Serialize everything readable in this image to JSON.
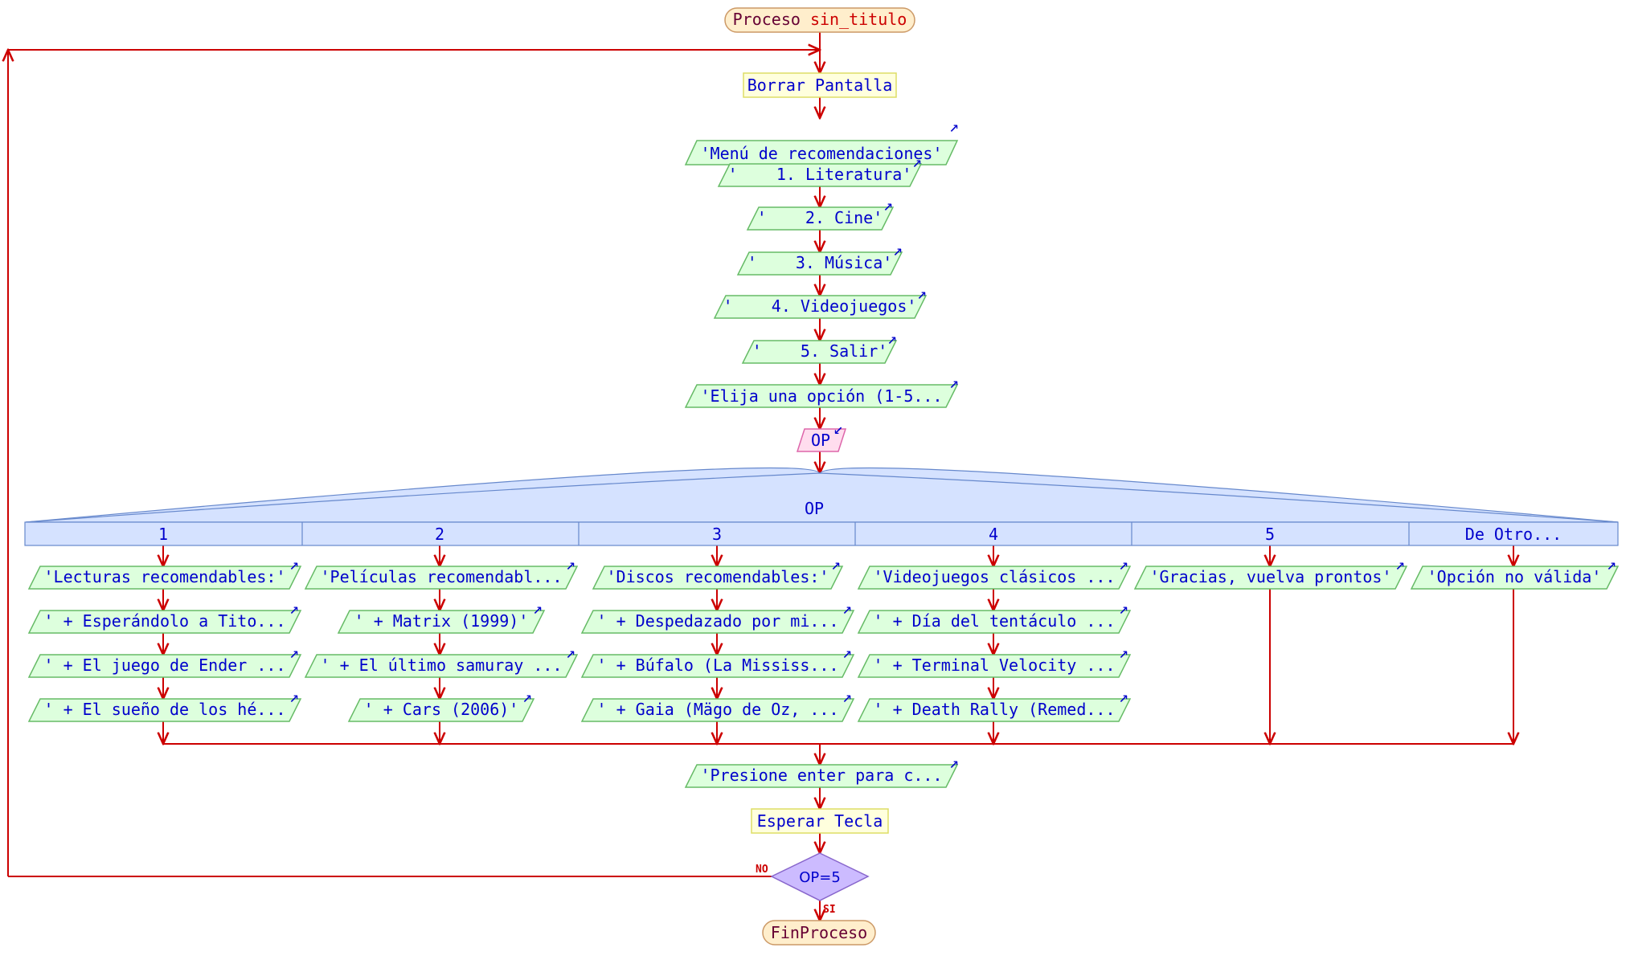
{
  "diagram": {
    "start": {
      "keyword": "Proceso",
      "name": "sin_titulo"
    },
    "loop_steps": [
      {
        "kind": "process",
        "text": "Borrar Pantalla"
      },
      {
        "kind": "output",
        "text": "'Menú de recomendaciones'"
      },
      {
        "kind": "output",
        "text": "'    1. Literatura'"
      },
      {
        "kind": "output",
        "text": "'    2. Cine'"
      },
      {
        "kind": "output",
        "text": "'    3. Música'"
      },
      {
        "kind": "output",
        "text": "'    4. Videojuegos'"
      },
      {
        "kind": "output",
        "text": "'    5. Salir'"
      },
      {
        "kind": "output",
        "text": "'Elija una opción (1-5..."
      },
      {
        "kind": "input",
        "text": "OP"
      }
    ],
    "switch": {
      "variable": "OP",
      "cases": [
        {
          "label": "1",
          "outputs": [
            "'Lecturas recomendables:'",
            "' + Esperándolo a Tito...",
            "' + El juego de Ender ...",
            "' + El sueño de los hé..."
          ]
        },
        {
          "label": "2",
          "outputs": [
            "'Películas recomendabl...",
            "' + Matrix (1999)'",
            "' + El último samuray ...",
            "' + Cars (2006)'"
          ]
        },
        {
          "label": "3",
          "outputs": [
            "'Discos recomendables:'",
            "' + Despedazado por mi...",
            "' + Búfalo (La Mississ...",
            "' + Gaia (Mägo de Oz, ..."
          ]
        },
        {
          "label": "4",
          "outputs": [
            "'Videojuegos clásicos ...",
            "' + Día del tentáculo ...",
            "' + Terminal Velocity ...",
            "' + Death Rally (Remed..."
          ]
        },
        {
          "label": "5",
          "outputs": [
            "'Gracias, vuelva prontos'"
          ]
        },
        {
          "label": "De Otro...",
          "outputs": [
            "'Opción no válida'"
          ]
        }
      ]
    },
    "after_switch": [
      {
        "kind": "output",
        "text": "'Presione enter para c..."
      },
      {
        "kind": "process",
        "text": "Esperar Tecla"
      }
    ],
    "condition": {
      "text": "OP=5",
      "no_label": "NO",
      "yes_label": "SI"
    },
    "end": {
      "text": "FinProceso"
    }
  },
  "colors": {
    "line": "#cc0000",
    "text": "#0000cc",
    "terminal_fill": "#ffeecc",
    "terminal_stroke": "#cc9966",
    "process_fill": "#ffffdd",
    "process_stroke": "#dddd66",
    "output_fill": "#ddffdd",
    "output_stroke": "#66bb66",
    "input_fill": "#ffddee",
    "input_stroke": "#dd66aa",
    "switch_fill": "#d5e2ff",
    "switch_stroke": "#6688cc",
    "condition_fill": "#ccbbff",
    "condition_stroke": "#8866cc"
  }
}
